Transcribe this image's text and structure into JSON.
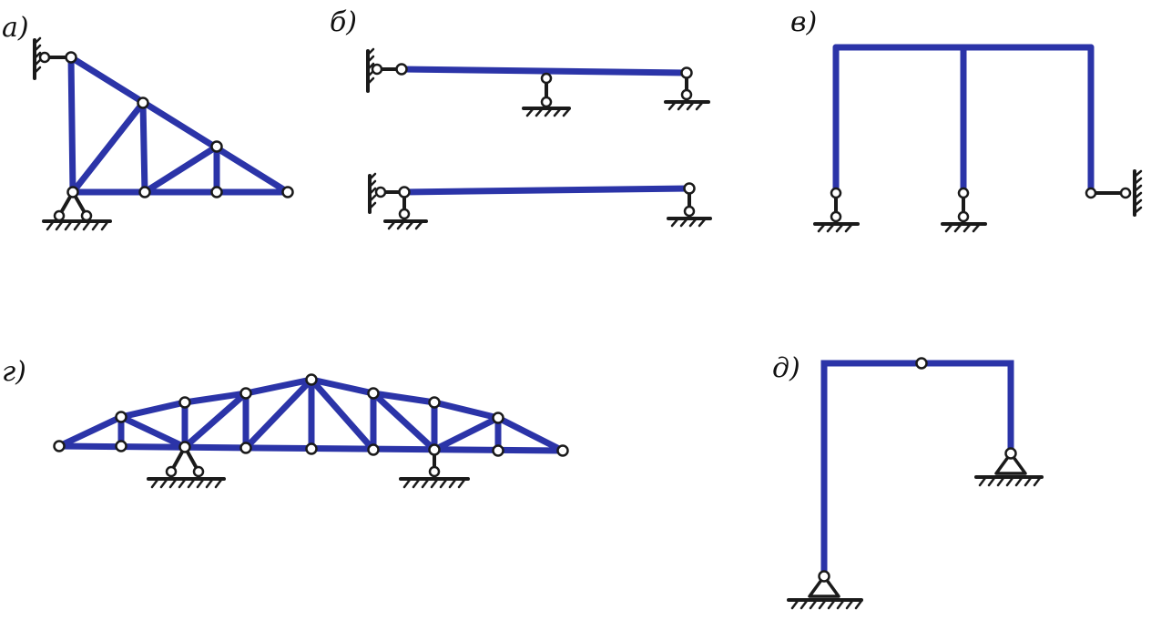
{
  "labels": {
    "a": "а)",
    "b": "б)",
    "v": "в)",
    "g": "г)",
    "d": "д)"
  },
  "colors": {
    "bar": "#2b34a8",
    "support": "#1a1a1a",
    "background": "#ffffff"
  }
}
